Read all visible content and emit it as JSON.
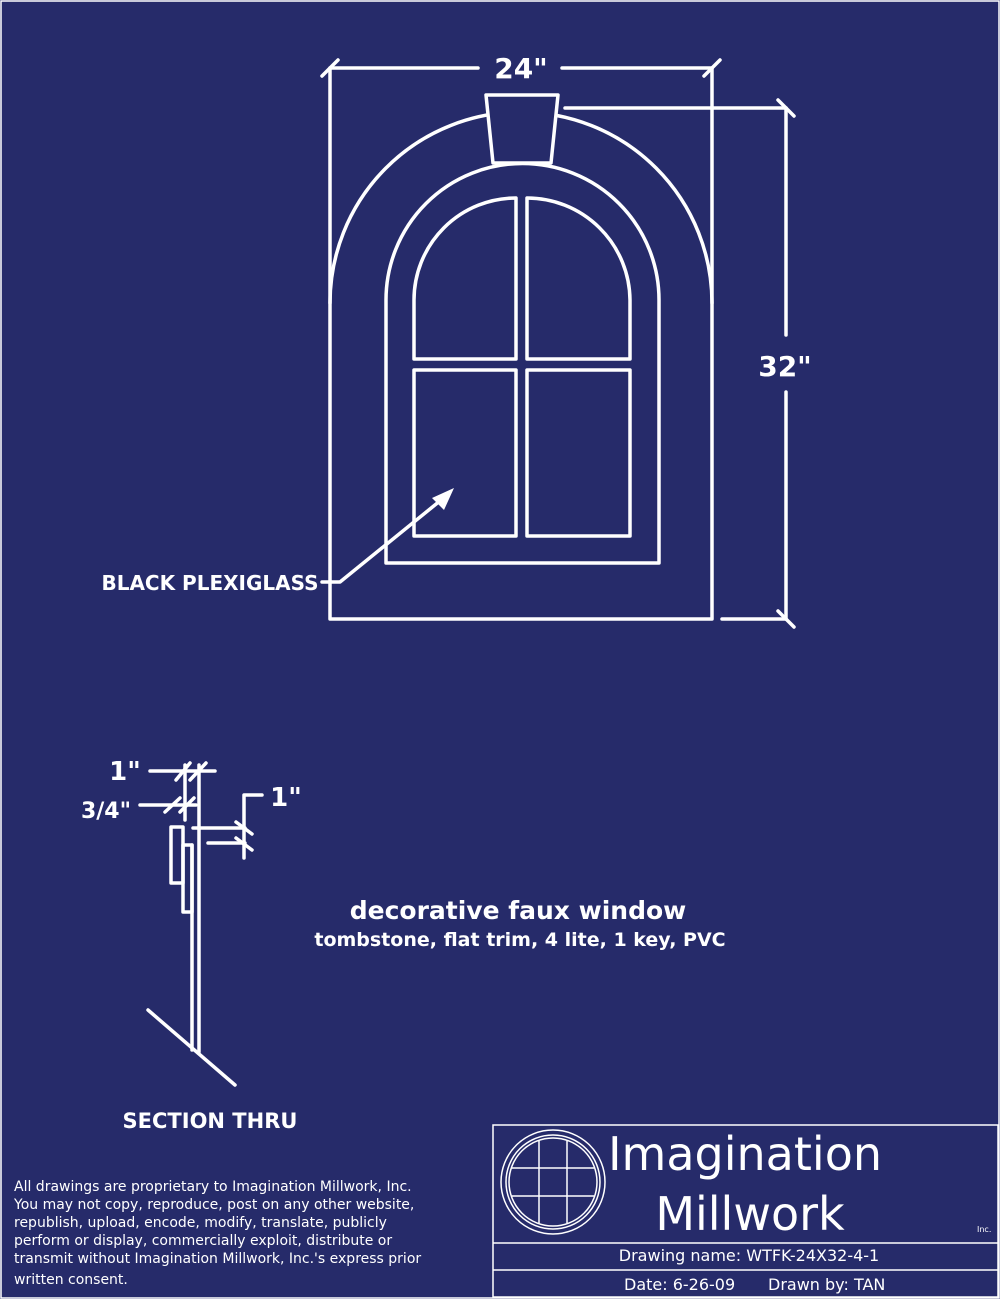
{
  "drawing": {
    "width_dim": "24\"",
    "height_dim": "32\"",
    "callout": "BLACK PLEXIGLASS",
    "section_dims": [
      "1\"",
      "3/4\"",
      "1\""
    ],
    "section_label": "SECTION THRU",
    "title": "decorative faux window",
    "subtitle": "tombstone, flat trim, 4 lite, 1 key, PVC"
  },
  "disclaimer": [
    "All drawings are proprietary to Imagination Millwork, Inc.",
    "You may not copy, reproduce, post on any other website,",
    "republish, upload, encode, modify, translate, publicly",
    "perform or display, commercially exploit, distribute or",
    "transmit without Imagination Millwork, Inc.'s express prior",
    "written consent."
  ],
  "title_block": {
    "company_line1": "Imagination",
    "company_line2": "Millwork",
    "company_suffix": "Inc.",
    "drawing_name": "Drawing name:  WTFK-24X32-4-1",
    "date": "Date: 6-26-09",
    "drawn_by": "Drawn by:  TAN"
  },
  "colors": {
    "background": "#262b6a",
    "lines": "#ffffff"
  }
}
